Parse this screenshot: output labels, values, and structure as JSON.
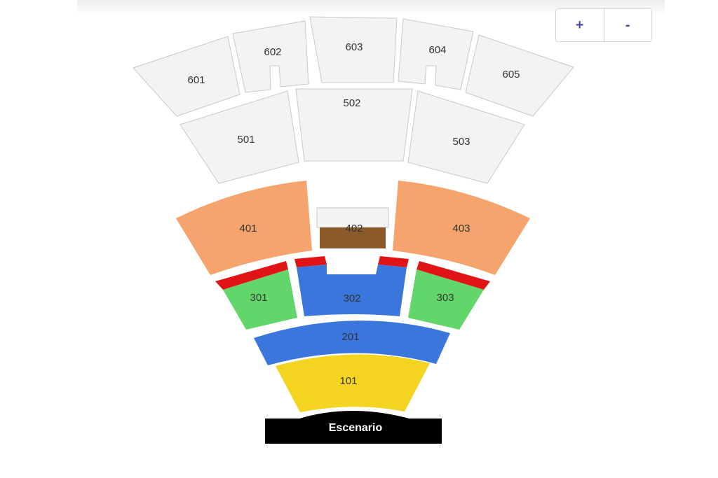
{
  "zoom": {
    "in_label": "+",
    "out_label": "-"
  },
  "stage": {
    "label": "Escenario"
  },
  "colors": {
    "unavailable": "#f3f3f3",
    "section_400_side": "#f4a46c",
    "section_402_fill": "#8b5a2b",
    "section_300_side": "#62d66a",
    "section_302": "#3b76dd",
    "section_201": "#3b76dd",
    "section_101": "#f3d421",
    "edge_red": "#e01414",
    "stage": "#000000"
  },
  "sections": {
    "s601": "601",
    "s602": "602",
    "s603": "603",
    "s604": "604",
    "s605": "605",
    "s501": "501",
    "s502": "502",
    "s503": "503",
    "s401": "401",
    "s402": "402",
    "s403": "403",
    "s301": "301",
    "s302": "302",
    "s303": "303",
    "s201": "201",
    "s101": "101"
  }
}
